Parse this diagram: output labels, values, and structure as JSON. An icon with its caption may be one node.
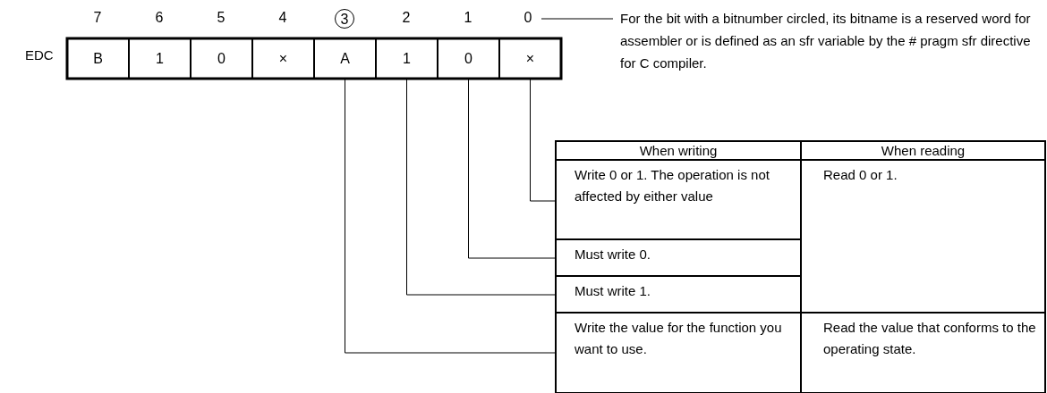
{
  "diagram": {
    "nodes": [
      {
        "text": [
          "B"
        ]
      },
      {
        "text": [
          "1"
        ]
      },
      {
        "text": [
          "0"
        ]
      },
      {
        "text": [
          "×"
        ]
      },
      {
        "text": [
          "A"
        ]
      },
      {
        "text": [
          "1"
        ]
      },
      {
        "text": [
          "0"
        ]
      },
      {
        "text": [
          "×"
        ]
      },
      {
        "text": [
          "0"
        ]
      },
      {
        "text": [
          "For the bit with a bitnumber circled, its bitname is a reserved word for assembler or is defined as an sfr variable by the # pragm sfr directive for C compiler."
        ]
      },
      {
        "text": [
          "Write 0 or 1.  The operation is not affected by either value"
        ]
      },
      {
        "text": [
          "Must write 0."
        ]
      },
      {
        "text": [
          "Must write 1."
        ]
      },
      {
        "text": [
          "Write the value for the function you want to use."
        ]
      }
    ],
    "edges": [
      {
        "from": 8,
        "to": 9,
        "arrow": "none"
      },
      {
        "from": 7,
        "to": 10,
        "arrow": "none"
      },
      {
        "from": 6,
        "to": 11,
        "arrow": "none"
      },
      {
        "from": 5,
        "to": 12,
        "arrow": "none"
      },
      {
        "from": 4,
        "to": 13,
        "arrow": "none"
      }
    ],
    "labels": [
      "7",
      "6",
      "5",
      "4",
      "3",
      "2",
      "1",
      "EDC",
      "When writing",
      "When reading",
      "Read 0 or 1.",
      "Read the value that conforms to the operating state."
    ]
  }
}
